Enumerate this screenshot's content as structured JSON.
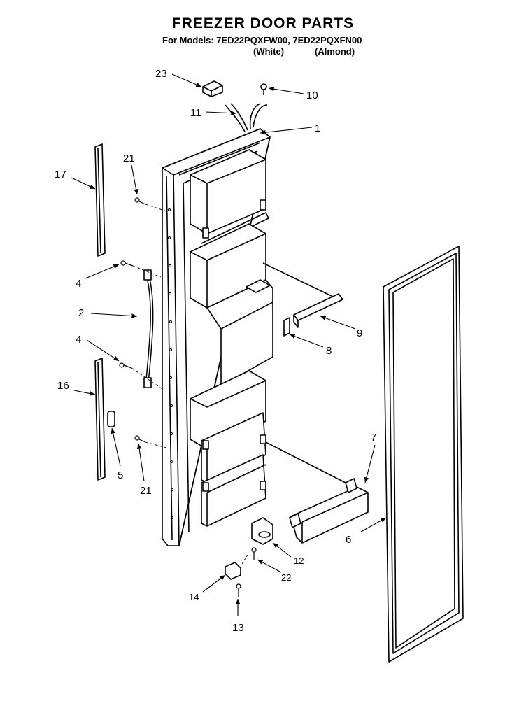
{
  "title": "FREEZER DOOR PARTS",
  "models_line": "For Models: 7ED22PQXFW00, 7ED22PQXFN00",
  "colors": [
    "(White)",
    "(Almond)"
  ],
  "callouts": [
    "23",
    "10",
    "11",
    "1",
    "17",
    "21",
    "4",
    "2",
    "9",
    "8",
    "4",
    "16",
    "5",
    "21",
    "7",
    "6",
    "12",
    "22",
    "14",
    "13"
  ]
}
